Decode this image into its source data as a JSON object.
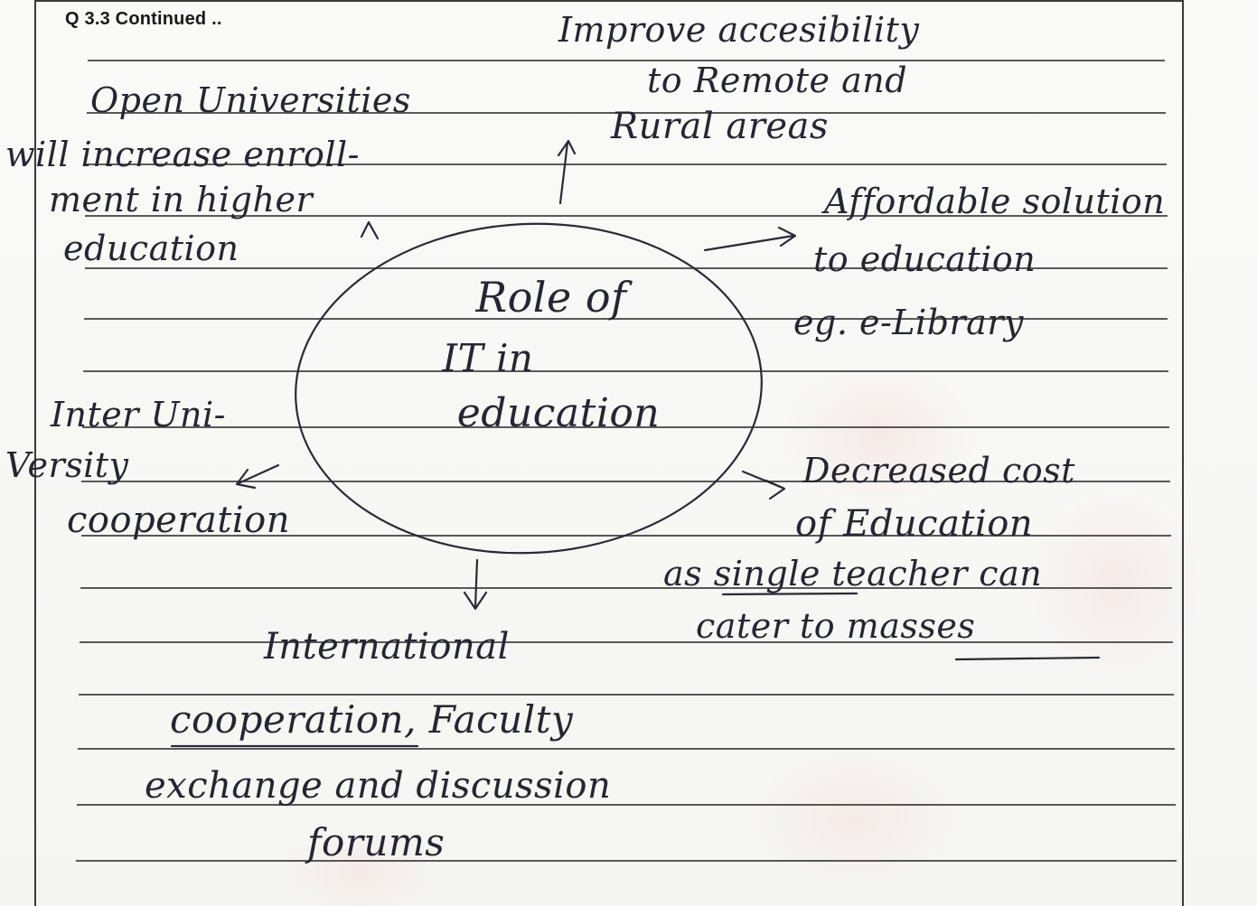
{
  "header": "Q 3.3 Continued ..",
  "center": {
    "line1": "Role of",
    "line2": "IT in",
    "line3": "education"
  },
  "top": {
    "line1": "Improve accesibility",
    "line2": "to Remote and",
    "line3": "Rural areas"
  },
  "top_left": {
    "line1": "Open Universities",
    "line2": "will increase enroll-",
    "line3": "ment in higher",
    "line4": "education"
  },
  "right_upper": {
    "line1": "Affordable solution",
    "line2": "to education",
    "line3": "eg. e-Library"
  },
  "left": {
    "line1": "Inter Uni-",
    "line2": "Versity",
    "line3": "cooperation"
  },
  "right_lower": {
    "line1": "Decreased cost",
    "line2": "of Education",
    "line3": "as single teacher can",
    "line4": "cater to masses"
  },
  "bottom": {
    "line1": "International",
    "line2": "cooperation, Faculty",
    "line3": "exchange and discussion",
    "line4": "forums"
  },
  "colors": {
    "ink": "#2a2a36",
    "rule": "#2c2c2c",
    "paper": "#f7f7f4",
    "watermark": "#f0aaaa"
  }
}
